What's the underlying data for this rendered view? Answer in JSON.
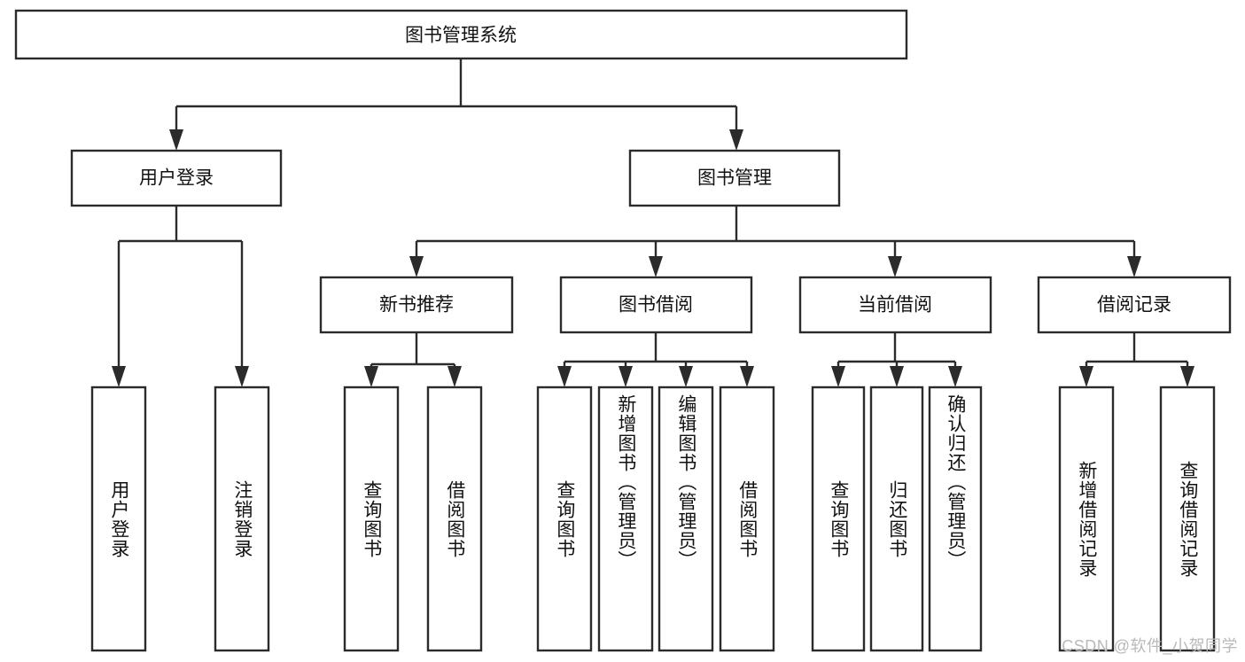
{
  "diagram": {
    "title": "图书管理系统",
    "type": "hierarchy-tree",
    "watermark": "CSDN @软件_小贺同学",
    "colors": {
      "stroke": "#2b2b2b",
      "fill": "#ffffff",
      "text": "#111111",
      "watermark": "#b9b9b9"
    },
    "levels": {
      "root": {
        "label": "图书管理系统"
      },
      "level2": [
        {
          "label": "用户登录"
        },
        {
          "label": "图书管理"
        }
      ],
      "level3": [
        {
          "label": "新书推荐"
        },
        {
          "label": "图书借阅"
        },
        {
          "label": "当前借阅"
        },
        {
          "label": "借阅记录"
        }
      ],
      "leaves": {
        "user_login": [
          {
            "label": "用户登录"
          },
          {
            "label": "注销登录"
          }
        ],
        "new_book_recommend": [
          {
            "label": "查询图书"
          },
          {
            "label": "借阅图书"
          }
        ],
        "book_borrow": [
          {
            "label": "查询图书"
          },
          {
            "label": "新增图书（管理员）"
          },
          {
            "label": "编辑图书（管理员）"
          },
          {
            "label": "借阅图书"
          }
        ],
        "current_borrow": [
          {
            "label": "查询图书"
          },
          {
            "label": "归还图书"
          },
          {
            "label": "确认归还（管理员）"
          }
        ],
        "borrow_record": [
          {
            "label": "新增借阅记录"
          },
          {
            "label": "查询借阅记录"
          }
        ]
      }
    }
  }
}
